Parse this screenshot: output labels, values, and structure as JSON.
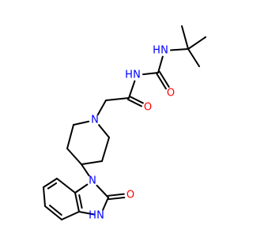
{
  "molecule": {
    "atoms": [
      {
        "id": "C_tBu",
        "element": "C"
      },
      {
        "id": "Me1",
        "element": "C"
      },
      {
        "id": "Me2",
        "element": "C"
      },
      {
        "id": "Me3",
        "element": "C"
      },
      {
        "id": "N_urea1",
        "element": "N",
        "label": "N",
        "hydrogen_label": "H",
        "color": "#0000ff"
      },
      {
        "id": "C_urea",
        "element": "C"
      },
      {
        "id": "O_urea",
        "element": "O",
        "label": "O",
        "color": "#ff0000"
      },
      {
        "id": "N_urea2",
        "element": "N",
        "label": "N",
        "hydrogen_label": "H",
        "color": "#0000ff"
      },
      {
        "id": "C_amide",
        "element": "C"
      },
      {
        "id": "O_amide",
        "element": "O",
        "label": "O",
        "color": "#ff0000"
      },
      {
        "id": "CH2",
        "element": "C"
      },
      {
        "id": "N_pip",
        "element": "N",
        "label": "N",
        "color": "#0000ff"
      },
      {
        "id": "P2",
        "element": "C"
      },
      {
        "id": "P3",
        "element": "C"
      },
      {
        "id": "P4",
        "element": "C"
      },
      {
        "id": "P5",
        "element": "C"
      },
      {
        "id": "P6",
        "element": "C"
      },
      {
        "id": "N_bz1",
        "element": "N",
        "label": "N",
        "color": "#0000ff"
      },
      {
        "id": "C2_bz",
        "element": "C"
      },
      {
        "id": "O_bz",
        "element": "O",
        "label": "O",
        "color": "#ff0000"
      },
      {
        "id": "N_bz3",
        "element": "N",
        "label": "N",
        "hydrogen_label": "H",
        "color": "#0000ff"
      },
      {
        "id": "C3a",
        "element": "C"
      },
      {
        "id": "C7a",
        "element": "C"
      },
      {
        "id": "Ar4",
        "element": "C"
      },
      {
        "id": "Ar5",
        "element": "C"
      },
      {
        "id": "Ar6",
        "element": "C"
      },
      {
        "id": "Ar7",
        "element": "C"
      }
    ],
    "bonds": [
      {
        "a": "C_tBu",
        "b": "Me1",
        "order": 1
      },
      {
        "a": "C_tBu",
        "b": "Me2",
        "order": 1
      },
      {
        "a": "C_tBu",
        "b": "Me3",
        "order": 1
      },
      {
        "a": "C_tBu",
        "b": "N_urea1",
        "order": 1
      },
      {
        "a": "N_urea1",
        "b": "C_urea",
        "order": 1
      },
      {
        "a": "C_urea",
        "b": "O_urea",
        "order": 2
      },
      {
        "a": "C_urea",
        "b": "N_urea2",
        "order": 1
      },
      {
        "a": "N_urea2",
        "b": "C_amide",
        "order": 1
      },
      {
        "a": "C_amide",
        "b": "O_amide",
        "order": 2
      },
      {
        "a": "C_amide",
        "b": "CH2",
        "order": 1
      },
      {
        "a": "CH2",
        "b": "N_pip",
        "order": 1
      },
      {
        "a": "N_pip",
        "b": "P2",
        "order": 1
      },
      {
        "a": "P2",
        "b": "P3",
        "order": 1
      },
      {
        "a": "P3",
        "b": "P4",
        "order": 1
      },
      {
        "a": "P4",
        "b": "P5",
        "order": 1
      },
      {
        "a": "P5",
        "b": "P6",
        "order": 1
      },
      {
        "a": "P6",
        "b": "N_pip",
        "order": 1
      },
      {
        "a": "P4",
        "b": "N_bz1",
        "order": 1
      },
      {
        "a": "N_bz1",
        "b": "C2_bz",
        "order": 1
      },
      {
        "a": "C2_bz",
        "b": "O_bz",
        "order": 2
      },
      {
        "a": "C2_bz",
        "b": "N_bz3",
        "order": 1
      },
      {
        "a": "N_bz3",
        "b": "C3a",
        "order": 1
      },
      {
        "a": "C3a",
        "b": "C7a",
        "order": 2
      },
      {
        "a": "C7a",
        "b": "N_bz1",
        "order": 1
      },
      {
        "a": "C7a",
        "b": "Ar7",
        "order": 1
      },
      {
        "a": "Ar7",
        "b": "Ar6",
        "order": 2
      },
      {
        "a": "Ar6",
        "b": "Ar5",
        "order": 1
      },
      {
        "a": "Ar5",
        "b": "Ar4",
        "order": 2
      },
      {
        "a": "Ar4",
        "b": "C3a",
        "order": 1
      }
    ]
  }
}
